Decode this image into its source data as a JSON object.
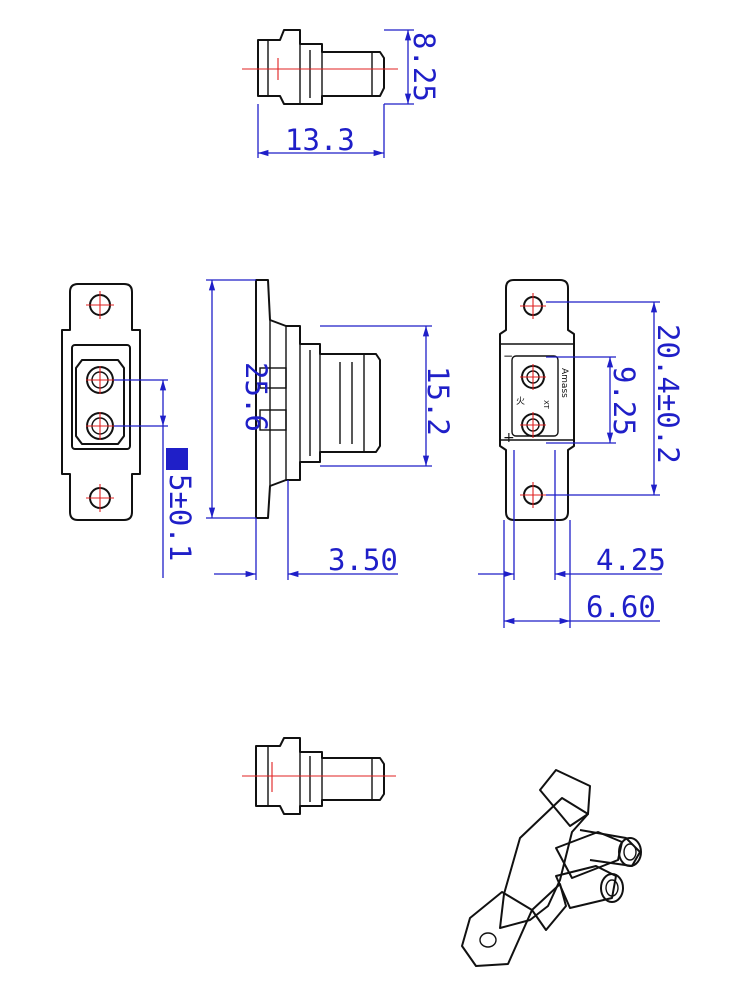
{
  "dimensions": {
    "top_height": "8.25",
    "top_length": "13.3",
    "side_height": "25.6",
    "side_body_height": "15.2",
    "side_flange_thickness": "3.50",
    "front_pitch": "5±0.1",
    "rear_hole_spacing": "20.4±0.2",
    "rear_pin_spacing": "9.25",
    "rear_body_width": "4.25",
    "rear_total_width": "6.60"
  },
  "markings": {
    "plus": "+",
    "minus": "−",
    "model": "Amass",
    "rating": "XT",
    "note": "火"
  },
  "colors": {
    "outline": "#111111",
    "dimension": "#1f1fc8",
    "centerline": "#e02020",
    "fill_marker": "#1f1fc8"
  }
}
